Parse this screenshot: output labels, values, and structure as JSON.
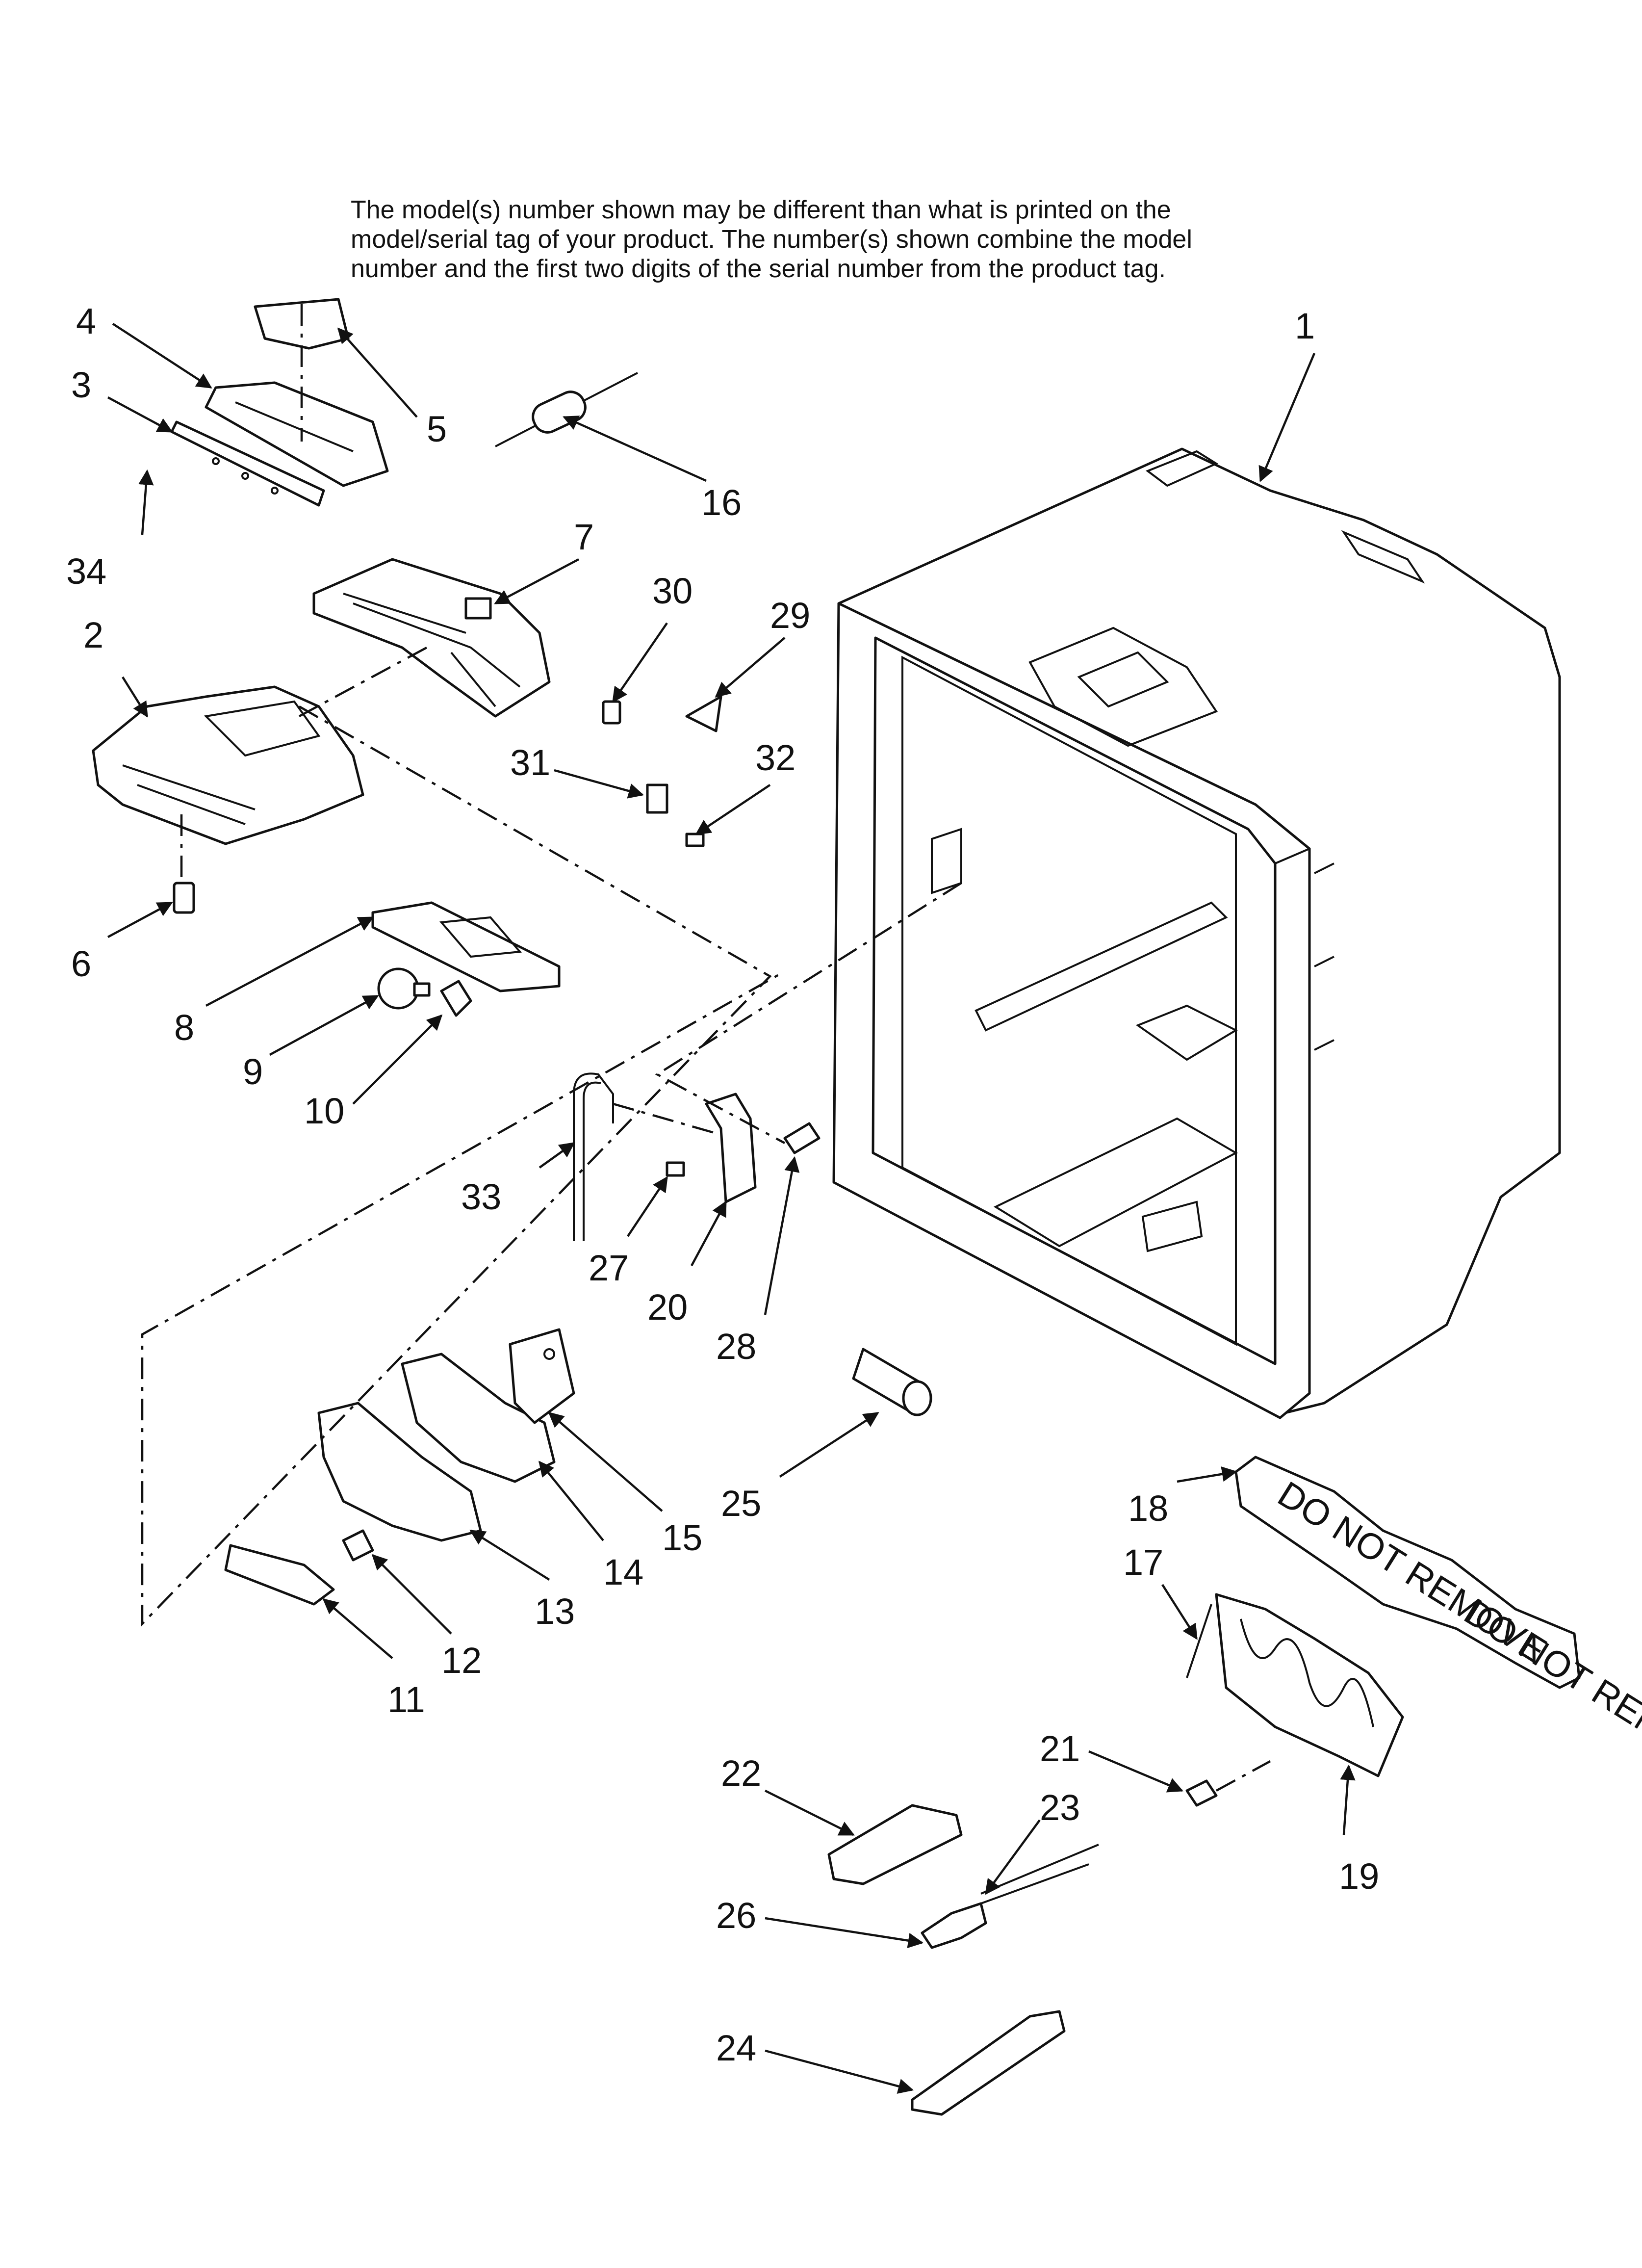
{
  "note": {
    "line1": "The model(s) number shown may be different than what is printed on the",
    "line2": "model/serial tag of your product. The number(s) shown combine the model",
    "line3": "number and the first two digits of the serial number from the product tag."
  },
  "callouts": {
    "c1": "1",
    "c2": "2",
    "c3": "3",
    "c4": "4",
    "c5": "5",
    "c6": "6",
    "c7": "7",
    "c8": "8",
    "c9": "9",
    "c10": "10",
    "c11": "11",
    "c12": "12",
    "c13": "13",
    "c14": "14",
    "c15": "15",
    "c16": "16",
    "c17": "17",
    "c18": "18",
    "c19": "19",
    "c20": "20",
    "c21": "21",
    "c22": "22",
    "c23": "23",
    "c24": "24",
    "c25": "25",
    "c26": "26",
    "c27": "27",
    "c28": "28",
    "c29": "29",
    "c30": "30",
    "c31": "31",
    "c32": "32",
    "c33": "33",
    "c34": "34"
  },
  "heater_label": "DO NOT REMOVE",
  "colors": {
    "line": "#111111",
    "background": "#ffffff"
  }
}
